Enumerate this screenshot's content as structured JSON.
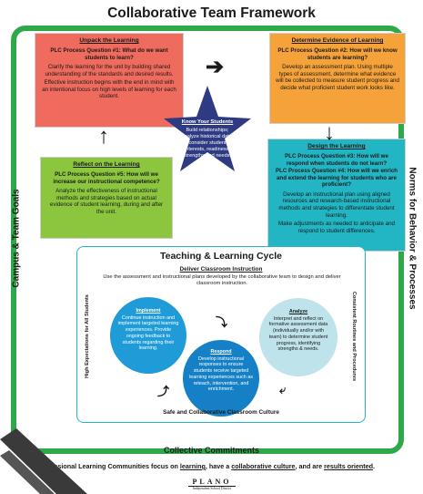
{
  "title": "Collaborative Team Framework",
  "side_labels": {
    "left": "Campus & Team Goals",
    "right": "Norms for Behavior & Processes"
  },
  "boxes": {
    "unpack": {
      "heading": "Unpack the Learning",
      "question": "PLC Process Question #1: What do we want students to learn?",
      "body1": "Clarify the learning for the unit by building shared understanding of the standards and desired results.",
      "body2": "Effective instruction begins with the end in mind with an intentional focus on high levels of learning for each student."
    },
    "evidence": {
      "heading": "Determine Evidence of Learning",
      "question": "PLC Process Question #2: How will we know students are learning?",
      "body1": "Develop an assessment plan. Using multiple types of assessment, determine what evidence will be collected to measure student progress and decide what proficient student work looks like."
    },
    "reflect": {
      "heading": "Reflect on the Learning",
      "question": "PLC Process Question #5: How will we increase our instructional competence?",
      "body1": "Analyze the effectiveness of instructional methods and strategies based on actual evidence of student learning, during and after the unit."
    },
    "design": {
      "heading": "Design the Learning",
      "question1": "PLC Process Question #3: How will we respond when students do not learn?",
      "question2": "PLC Process Question #4: How will we enrich and extend the learning for students who are proficient?",
      "body1": "Develop an instructional plan using aligned resources and research-based instructional methods and strategies to differentiate student learning.",
      "body2": "Make adjustments as needed to anticipate and respond to student differences."
    }
  },
  "star": {
    "heading": "Know Your Students",
    "body": "Build relationships; analyze historical data; consider student interests, readiness, strengths and needs."
  },
  "cycle": {
    "title": "Teaching & Learning Cycle",
    "subheading": "Deliver Classroom Instruction",
    "description": "Use the assessment and instructional plans developed by the collaborative team to design and deliver classroom instruction.",
    "implement": {
      "heading": "Implement",
      "body": "Continue instruction and implement targeted learning experiences. Provide ongoing feedback to students regarding their learning."
    },
    "analyze": {
      "heading": "Analyze",
      "body": "Interpret and reflect on formative assessment data (individually and/or with team) to determine student progress, identifying strengths & needs."
    },
    "respond": {
      "heading": "Respond",
      "body": "Develop instructional responses to ensure students receive targeted learning experiences such as reteach, intervention, and enrichment."
    },
    "bottom": "Safe and Collaborative Classroom Culture",
    "left_label": "High Expectations for All Students",
    "right_label": "Consistent Routines and Procedures"
  },
  "collective": "Collective Commitments",
  "footer": {
    "prefix": "fessional Learning Communities focus on ",
    "w1": "learning",
    "mid1": ", have a ",
    "w2": "collaborative culture",
    "mid2": ", and are ",
    "w3": "results oriented",
    "suffix": "."
  },
  "logo": {
    "main": "PLANO",
    "sub": "Independent School District"
  },
  "colors": {
    "frame": "#2fa84a",
    "unpack": "#ef6b5e",
    "evidence": "#f5a23a",
    "reflect": "#8cc63f",
    "design": "#22b6c4",
    "star": "#2e3a82",
    "implement": "#1f9bd7",
    "analyze": "#bfe3ea",
    "respond": "#1580c5"
  }
}
